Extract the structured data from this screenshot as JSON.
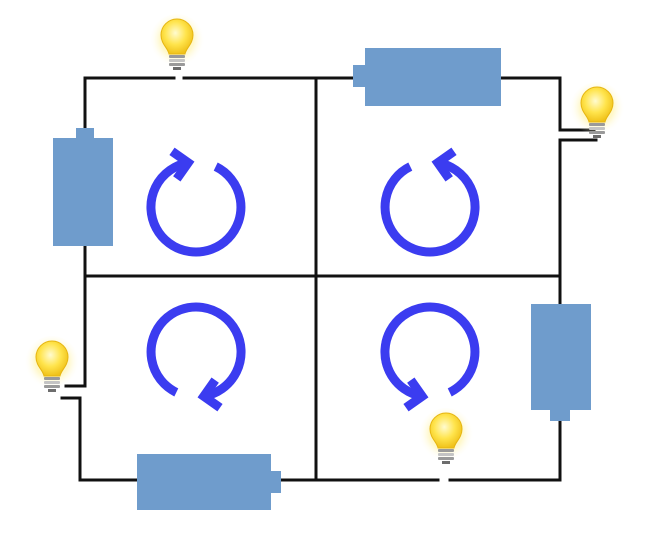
{
  "colors": {
    "background": "#ffffff",
    "wire": "#111111",
    "battery": "#6f9ccc",
    "battery_edge": "#5e8bbd",
    "arrow": "#3b3cf0",
    "bulb_glass": "#ffe24a",
    "bulb_glow": "#fff3a6",
    "bulb_base": "#9a9a9a"
  },
  "diagram": {
    "type": "circuit-grid",
    "loops": [
      {
        "id": "top-left",
        "direction": "clockwise"
      },
      {
        "id": "top-right",
        "direction": "counterclockwise"
      },
      {
        "id": "bottom-left",
        "direction": "clockwise"
      },
      {
        "id": "bottom-right",
        "direction": "counterclockwise"
      }
    ],
    "batteries": [
      {
        "id": "left-vertical",
        "terminal": "up"
      },
      {
        "id": "top-horizontal",
        "terminal": "left"
      },
      {
        "id": "right-vertical",
        "terminal": "down"
      },
      {
        "id": "bottom-horizontal",
        "terminal": "right"
      }
    ],
    "bulbs": [
      {
        "id": "top-left-corner"
      },
      {
        "id": "top-right-corner"
      },
      {
        "id": "left-middle"
      },
      {
        "id": "bottom-middle"
      }
    ]
  }
}
